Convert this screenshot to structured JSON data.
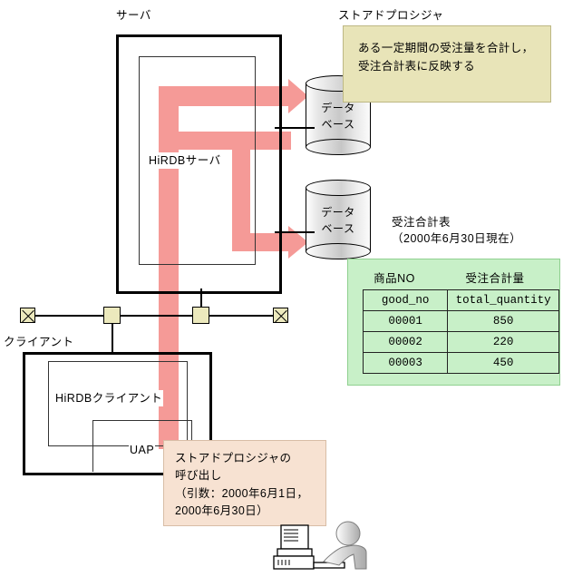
{
  "diagram": {
    "title_server": "サーバ",
    "title_client": "クライアント",
    "server_inner_label": "HiRDBサーバ",
    "client_inner_label": "HiRDBクライアント",
    "client_uap_label": "UAP",
    "database_label": "データ\nベース"
  },
  "stored_procedure": {
    "heading": "ストアドプロシジャ",
    "body": "ある一定期間の受注量を合計し，\n受注合計表に反映する"
  },
  "call_note": {
    "body": "ストアドプロシジャの\n呼び出し\n（引数：2000年6月1日，\n2000年6月30日）"
  },
  "report": {
    "title": "受注合計表",
    "subtitle": "（2000年6月30日現在）",
    "col_header_left": "商品NO",
    "col_header_right": "受注合計量",
    "table": {
      "headers": [
        "good_no",
        "total_quantity"
      ],
      "rows": [
        [
          "00001",
          "850"
        ],
        [
          "00002",
          "220"
        ],
        [
          "00003",
          "450"
        ]
      ]
    }
  },
  "icons": {
    "database_top": "database-cylinder-icon",
    "database_bottom": "database-cylinder-icon",
    "terminator_left": "network-terminator-icon",
    "terminator_right": "network-terminator-icon",
    "node_left": "network-node-icon",
    "node_right": "network-node-icon",
    "operator": "person-at-computer-icon"
  },
  "colors": {
    "flow": "#f59a97",
    "note_yellow": "#e8e4b8",
    "note_peach": "#f7e2d2",
    "panel_green": "#c8f0c8",
    "node_yellow": "#ece9bd"
  }
}
